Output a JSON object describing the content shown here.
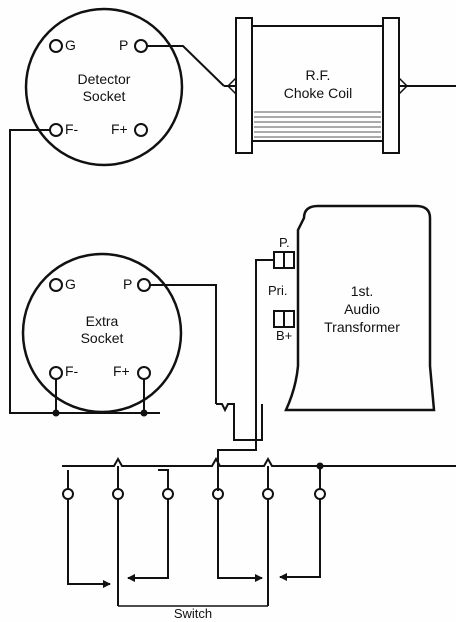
{
  "detector_socket": {
    "pin_g": "G",
    "pin_p": "P",
    "pin_fminus": "F-",
    "pin_fplus": "F+",
    "name_line1": "Detector",
    "name_line2": "Socket"
  },
  "extra_socket": {
    "pin_g": "G",
    "pin_p": "P",
    "pin_fminus": "F-",
    "pin_fplus": "F+",
    "name_line1": "Extra",
    "name_line2": "Socket"
  },
  "choke_coil": {
    "line1": "R.F.",
    "line2": "Choke Coil"
  },
  "audio_transformer": {
    "line1": "1st.",
    "line2": "Audio",
    "line3": "Transformer",
    "terminal_p": "P.",
    "terminal_pri": "Pri.",
    "terminal_b": "B+"
  },
  "switch_label": "Switch",
  "colors": {
    "ink": "#111111",
    "paper": "#fefefe"
  }
}
